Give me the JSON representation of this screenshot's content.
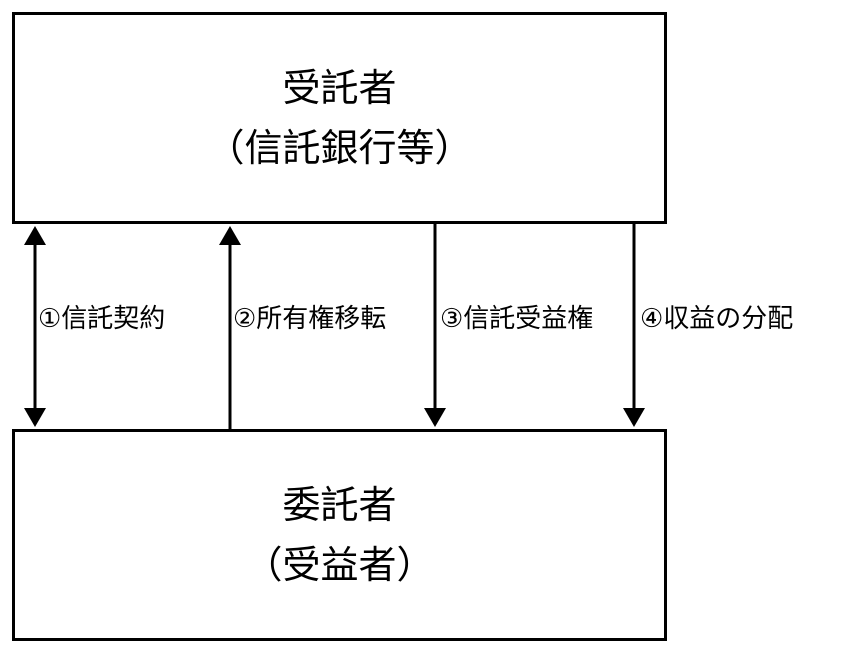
{
  "trustee": {
    "title": "受託者",
    "subtitle": "（信託銀行等）"
  },
  "settlor": {
    "title": "委託者",
    "subtitle": "（受益者）"
  },
  "flows": {
    "trust_contract": "①信託契約",
    "ownership_transfer": "②所有権移転",
    "beneficial_interest": "③信託受益権",
    "profit_distribution": "④収益の分配"
  }
}
